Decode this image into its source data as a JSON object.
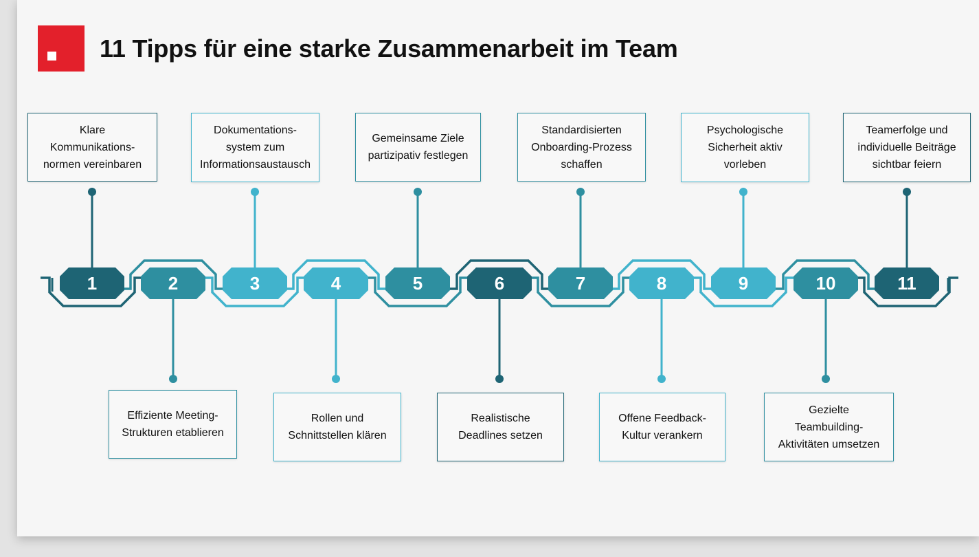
{
  "title": "11 Tipps für eine starke Zusammenarbeit im Team",
  "colors": {
    "dark": "#1e6474",
    "mid": "#2e8fa0",
    "light": "#41b3cc",
    "logo": "#e3202b"
  },
  "tips": [
    {
      "number": "1",
      "label": "Klare\nKommunikations-\nnormen vereinbaren",
      "color": "dark"
    },
    {
      "number": "2",
      "label": "Effiziente Meeting-\nStrukturen etablieren",
      "color": "mid"
    },
    {
      "number": "3",
      "label": "Dokumentations-\nsystem zum\nInformationsaustausch",
      "color": "light"
    },
    {
      "number": "4",
      "label": "Rollen und\nSchnittstellen klären",
      "color": "light"
    },
    {
      "number": "5",
      "label": "Gemeinsame Ziele\npartizipativ festlegen",
      "color": "mid"
    },
    {
      "number": "6",
      "label": "Realistische\nDeadlines setzen",
      "color": "dark"
    },
    {
      "number": "7",
      "label": "Standardisierten\nOnboarding-Prozess\nschaffen",
      "color": "mid"
    },
    {
      "number": "8",
      "label": "Offene Feedback-\nKultur verankern",
      "color": "light"
    },
    {
      "number": "9",
      "label": "Psychologische\nSicherheit aktiv\nvorleben",
      "color": "light"
    },
    {
      "number": "10",
      "label": "Gezielte\nTeambuilding-\nAktivitäten umsetzen",
      "color": "mid"
    },
    {
      "number": "11",
      "label": "Teamerfolge und\nindividuelle Beiträge\nsichtbar feiern",
      "color": "dark"
    }
  ]
}
